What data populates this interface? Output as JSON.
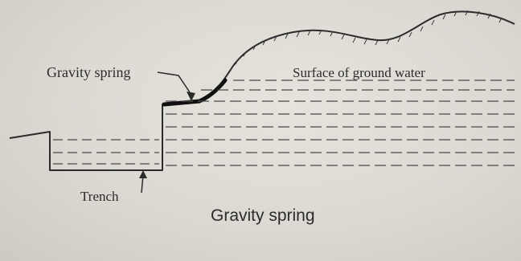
{
  "labels": {
    "gravity_spring": "Gravity spring",
    "surface_of_ground_water": "Surface of ground water",
    "trench": "Trench"
  },
  "caption": "Gravity spring",
  "colors": {
    "paper": "#dcd9d3",
    "ink": "#2b2b2b",
    "water_lines": "#4a4a4a",
    "spring_highlight": "#111111"
  }
}
